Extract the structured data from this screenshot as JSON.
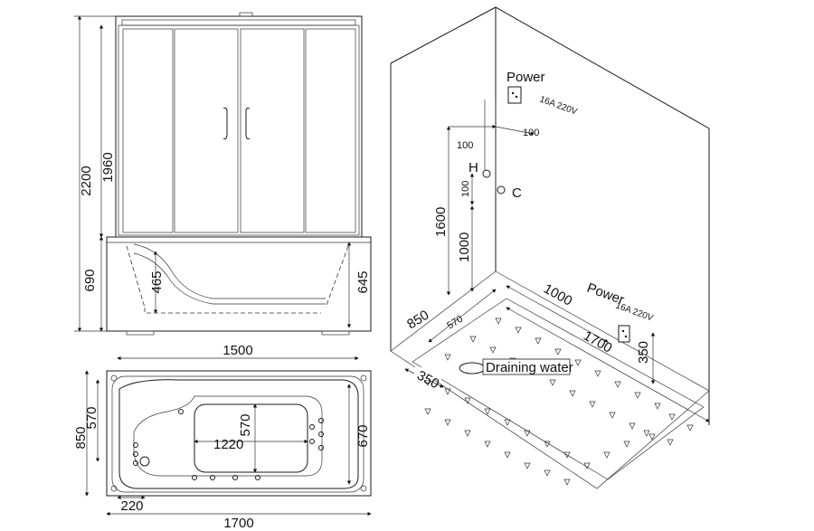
{
  "front_view": {
    "height_total": "2200",
    "height_enclosure": "1960",
    "height_tub": "690",
    "depth_inner": "465",
    "height_skirt": "645"
  },
  "top_view": {
    "length_upper": "1500",
    "width_left_upper": "570",
    "width_left_total": "850",
    "inner_length": "1220",
    "inner_width": "570",
    "width_right": "670",
    "drain_offset": "220",
    "length_total": "1700"
  },
  "install_view": {
    "power_top_label": "Power",
    "power_top_spec": "16A  220V",
    "pipe_offset_left": "100",
    "pipe_offset_right": "100",
    "hot_label": "H",
    "cold_label": "C",
    "pipe_spacing": "100",
    "pipe_height": "1000",
    "wall_height": "1600",
    "floor_depth": "850",
    "floor_depth_inner": "570",
    "wall_offset": "1000",
    "power_bottom_label": "Power",
    "power_bottom_spec": "16A  220V",
    "floor_length": "1700",
    "power_height": "350",
    "drain_offset": "350",
    "drain_label": "Draining water"
  }
}
